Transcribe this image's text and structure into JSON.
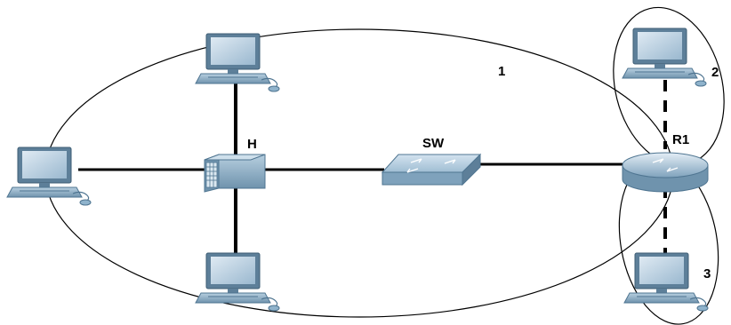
{
  "labels": {
    "hub": "H",
    "switch": "SW",
    "router": "R1",
    "domain1": "1",
    "domain2": "2",
    "domain3": "3"
  },
  "devices": {
    "pc_left": "pc-icon",
    "pc_top": "pc-icon",
    "pc_bottom": "pc-icon",
    "pc_router_top": "pc-icon",
    "pc_router_bottom": "pc-icon",
    "hub": "hub-icon",
    "switch": "switch-icon",
    "router": "router-icon"
  },
  "links": {
    "solid": "solid",
    "dashed": "dashed"
  },
  "colors": {
    "device_fill": "#8fb3cc",
    "device_dark": "#4f7591",
    "line": "#000000",
    "domain_outline": "#000000"
  }
}
